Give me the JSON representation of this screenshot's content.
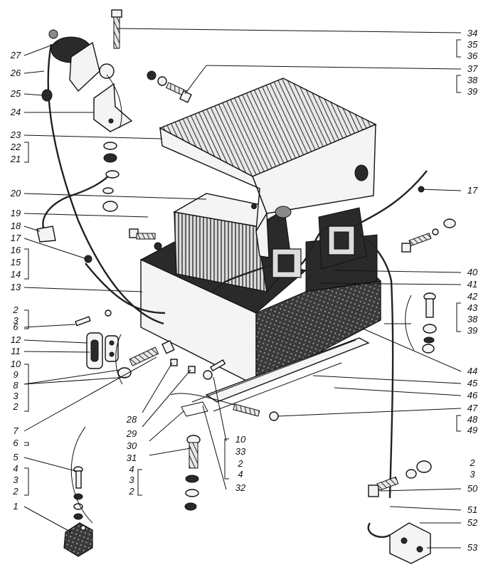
{
  "diagram": {
    "labels_left": [
      {
        "id": "l27",
        "text": "27"
      },
      {
        "id": "l26",
        "text": "26"
      },
      {
        "id": "l25",
        "text": "25"
      },
      {
        "id": "l24",
        "text": "24"
      },
      {
        "id": "l23",
        "text": "23"
      },
      {
        "id": "l22",
        "text": "22"
      },
      {
        "id": "l21",
        "text": "21"
      },
      {
        "id": "l20",
        "text": "20"
      },
      {
        "id": "l19",
        "text": "19"
      },
      {
        "id": "l18",
        "text": "18"
      },
      {
        "id": "l17a",
        "text": "17"
      },
      {
        "id": "l16",
        "text": "16"
      },
      {
        "id": "l15",
        "text": "15"
      },
      {
        "id": "l14",
        "text": "14"
      },
      {
        "id": "l13",
        "text": "13"
      },
      {
        "id": "l2a",
        "text": "2"
      },
      {
        "id": "l3a",
        "text": "3"
      },
      {
        "id": "l6a",
        "text": "6"
      },
      {
        "id": "l12",
        "text": "12"
      },
      {
        "id": "l11",
        "text": "11"
      },
      {
        "id": "l10a",
        "text": "10"
      },
      {
        "id": "l9",
        "text": "9"
      },
      {
        "id": "l8",
        "text": "8"
      },
      {
        "id": "l3b",
        "text": "3"
      },
      {
        "id": "l2b",
        "text": "2"
      },
      {
        "id": "l7",
        "text": "7"
      },
      {
        "id": "l6b",
        "text": "6"
      },
      {
        "id": "l5",
        "text": "5"
      },
      {
        "id": "l4a",
        "text": "4"
      },
      {
        "id": "l3c",
        "text": "3"
      },
      {
        "id": "l2c",
        "text": "2"
      },
      {
        "id": "l1",
        "text": "1"
      }
    ],
    "labels_right": [
      {
        "id": "r34",
        "text": "34"
      },
      {
        "id": "r35",
        "text": "35"
      },
      {
        "id": "r36",
        "text": "36"
      },
      {
        "id": "r37",
        "text": "37"
      },
      {
        "id": "r38a",
        "text": "38"
      },
      {
        "id": "r39a",
        "text": "39"
      },
      {
        "id": "r17",
        "text": "17"
      },
      {
        "id": "r40",
        "text": "40"
      },
      {
        "id": "r41",
        "text": "41"
      },
      {
        "id": "r42",
        "text": "42"
      },
      {
        "id": "r43",
        "text": "43"
      },
      {
        "id": "r38b",
        "text": "38"
      },
      {
        "id": "r39b",
        "text": "39"
      },
      {
        "id": "r44",
        "text": "44"
      },
      {
        "id": "r45",
        "text": "45"
      },
      {
        "id": "r46",
        "text": "46"
      },
      {
        "id": "r47",
        "text": "47"
      },
      {
        "id": "r48",
        "text": "48"
      },
      {
        "id": "r49",
        "text": "49"
      },
      {
        "id": "r2",
        "text": "2"
      },
      {
        "id": "r3",
        "text": "3"
      },
      {
        "id": "r50",
        "text": "50"
      },
      {
        "id": "r51",
        "text": "51"
      },
      {
        "id": "r52",
        "text": "52"
      },
      {
        "id": "r53",
        "text": "53"
      }
    ],
    "labels_center": [
      {
        "id": "c28",
        "text": "28"
      },
      {
        "id": "c29",
        "text": "29"
      },
      {
        "id": "c30",
        "text": "30"
      },
      {
        "id": "c31",
        "text": "31"
      },
      {
        "id": "c4a",
        "text": "4"
      },
      {
        "id": "c3",
        "text": "3"
      },
      {
        "id": "c2",
        "text": "2"
      },
      {
        "id": "c10",
        "text": "10"
      },
      {
        "id": "c33",
        "text": "33"
      },
      {
        "id": "c2b",
        "text": "2"
      },
      {
        "id": "c4b",
        "text": "4"
      },
      {
        "id": "c32",
        "text": "32"
      }
    ]
  }
}
